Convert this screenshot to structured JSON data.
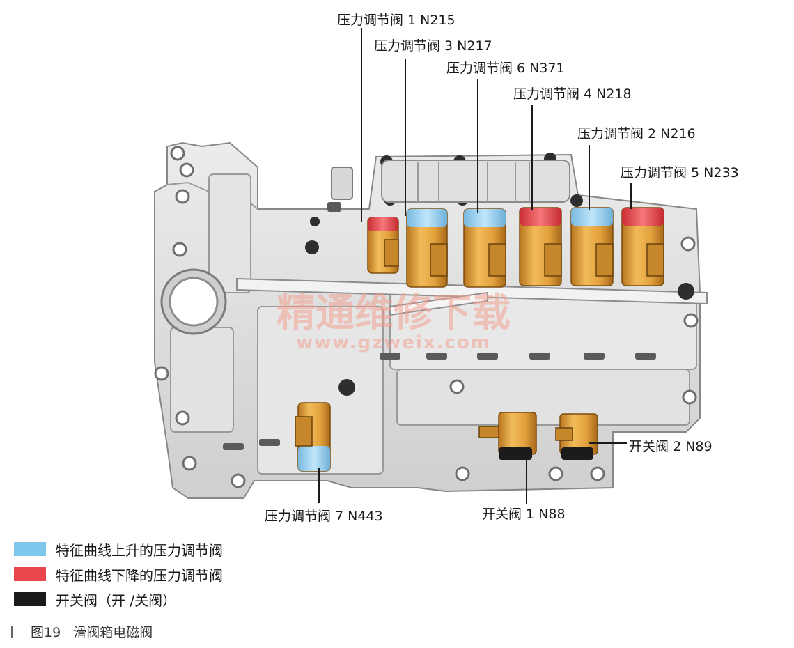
{
  "callouts": [
    {
      "id": "n215",
      "text": "压力调节阀 1 N215"
    },
    {
      "id": "n217",
      "text": "压力调节阀 3 N217"
    },
    {
      "id": "n371",
      "text": "压力调节阀 6 N371"
    },
    {
      "id": "n218",
      "text": "压力调节阀 4 N218"
    },
    {
      "id": "n216",
      "text": "压力调节阀 2 N216"
    },
    {
      "id": "n233",
      "text": "压力调节阀 5 N233"
    },
    {
      "id": "n89",
      "text": "开关阀 2 N89"
    },
    {
      "id": "n443",
      "text": "压力调节阀 7 N443"
    },
    {
      "id": "n88",
      "text": "开关阀 1 N88"
    }
  ],
  "legend": [
    {
      "label": "特征曲线上升的压力调节阀",
      "color": "#7ec8ee"
    },
    {
      "label": "特征曲线下降的压力调节阀",
      "color": "#e8464a"
    },
    {
      "label": "开关阀（开 /关阀）",
      "color": "#1b1b1b"
    }
  ],
  "caption": {
    "figure": "图19",
    "title": "滑阀箱电磁阀"
  },
  "watermark": {
    "cn": "精通维修下载",
    "url": "www.gzweix.com"
  },
  "colors": {
    "body": "#dcdcdc",
    "body_dark": "#a9a9a9",
    "solenoid_gold": "#e2a03c",
    "rising": "#7ec8ee",
    "falling": "#e8464a",
    "switch": "#1b1b1b"
  }
}
